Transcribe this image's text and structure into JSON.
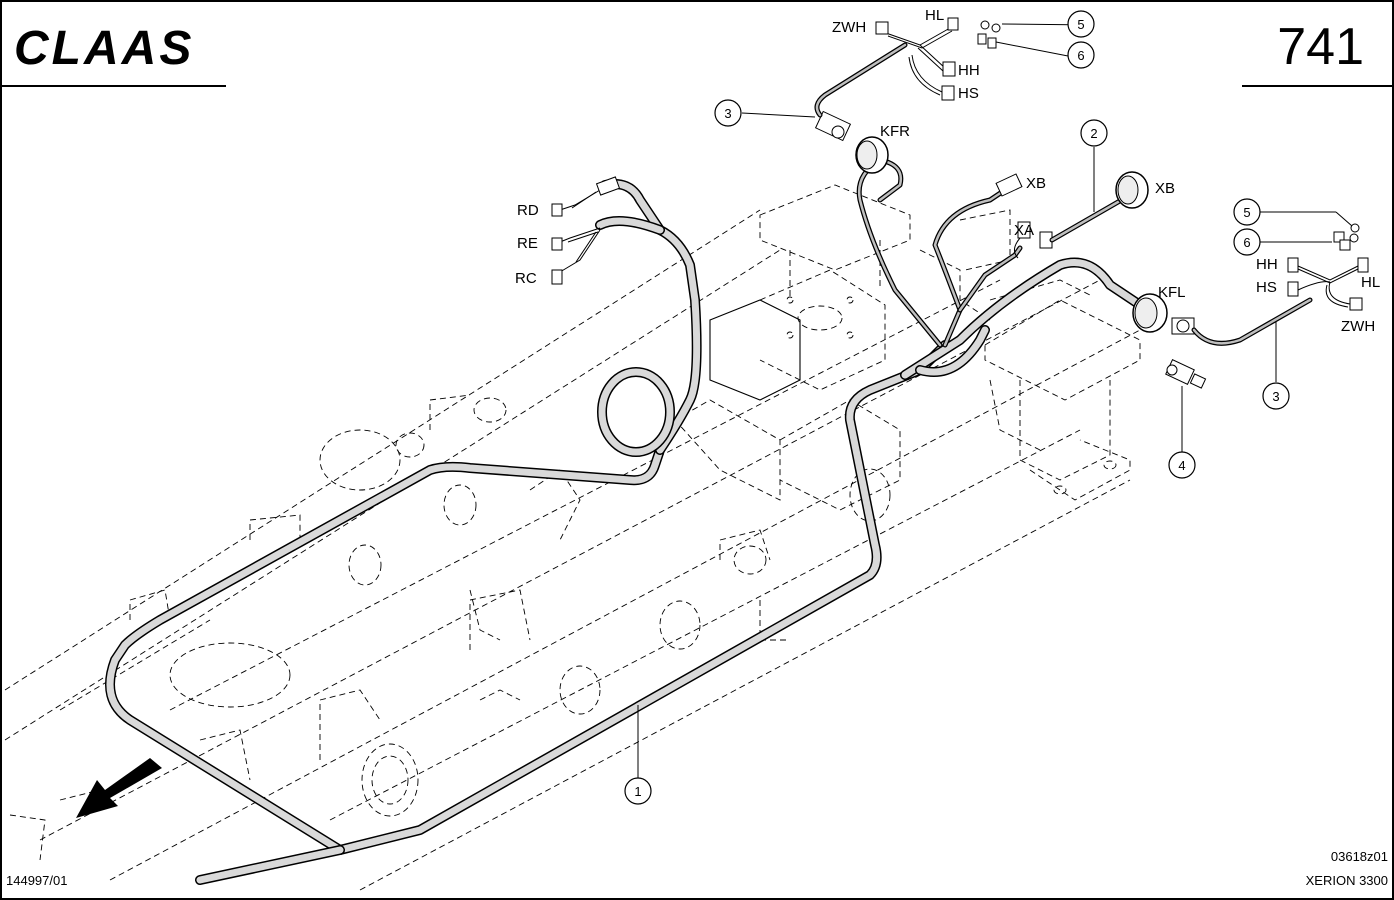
{
  "brand": {
    "logo_text": "CLAAS"
  },
  "page_number": "741",
  "drawing_code": "03618z01",
  "document_number": "144997/01",
  "model": "XERION 3300",
  "callouts": {
    "c1": "1",
    "c2": "2",
    "c3a": "3",
    "c3b": "3",
    "c4": "4",
    "c5a": "5",
    "c5b": "5",
    "c6a": "6",
    "c6b": "6"
  },
  "connector_labels": {
    "zwh_top": "ZWH",
    "hl_top": "HL",
    "hh_top": "HH",
    "hs_top": "HS",
    "kfr": "KFR",
    "xb_left": "XB",
    "xb_right": "XB",
    "xa": "XA",
    "kfl": "KFL",
    "rd": "RD",
    "re": "RE",
    "rc": "RC",
    "hh_right": "HH",
    "hs_right": "HS",
    "hl_right": "HL",
    "zwh_right": "ZWH"
  },
  "icons": {
    "direction": "arrow-down-left-icon"
  }
}
